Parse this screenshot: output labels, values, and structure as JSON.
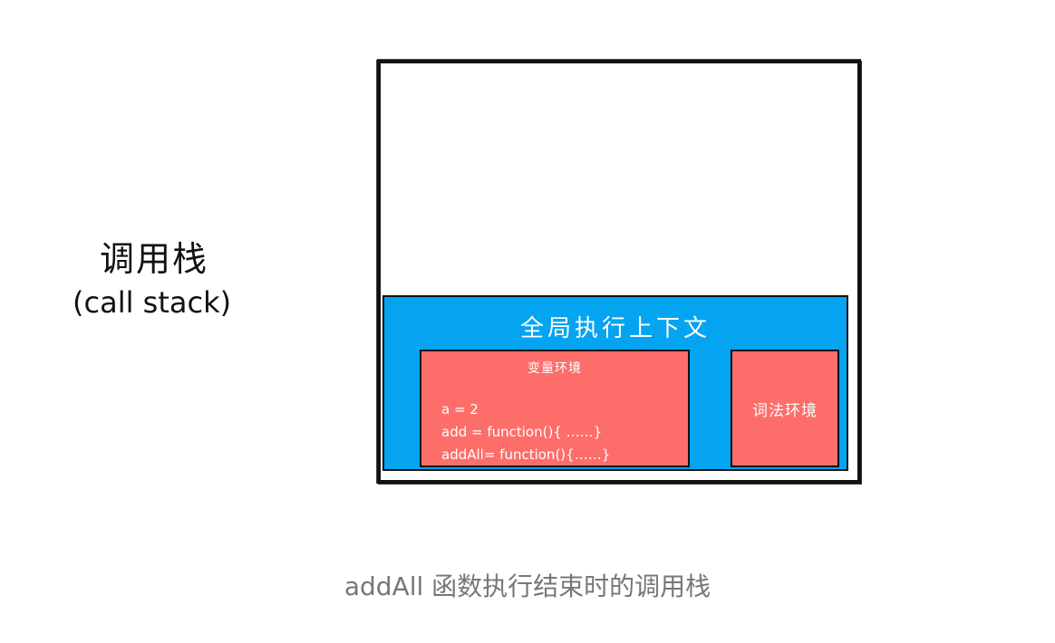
{
  "stack_label": {
    "zh": "调用栈",
    "en": "(call stack)"
  },
  "global_context": {
    "title": "全局执行上下文",
    "variable_environment": {
      "title": "变量环境",
      "entries": [
        "a = 2",
        "add = function(){ ……}",
        "addAll= function(){……}"
      ]
    },
    "lexical_environment": {
      "title": "词法环境"
    }
  },
  "caption": "addAll 函数执行结束时的调用栈",
  "colors": {
    "global_context_bg": "#04a4f1",
    "environment_bg": "#fd6e6a",
    "caption_text": "#777777"
  }
}
